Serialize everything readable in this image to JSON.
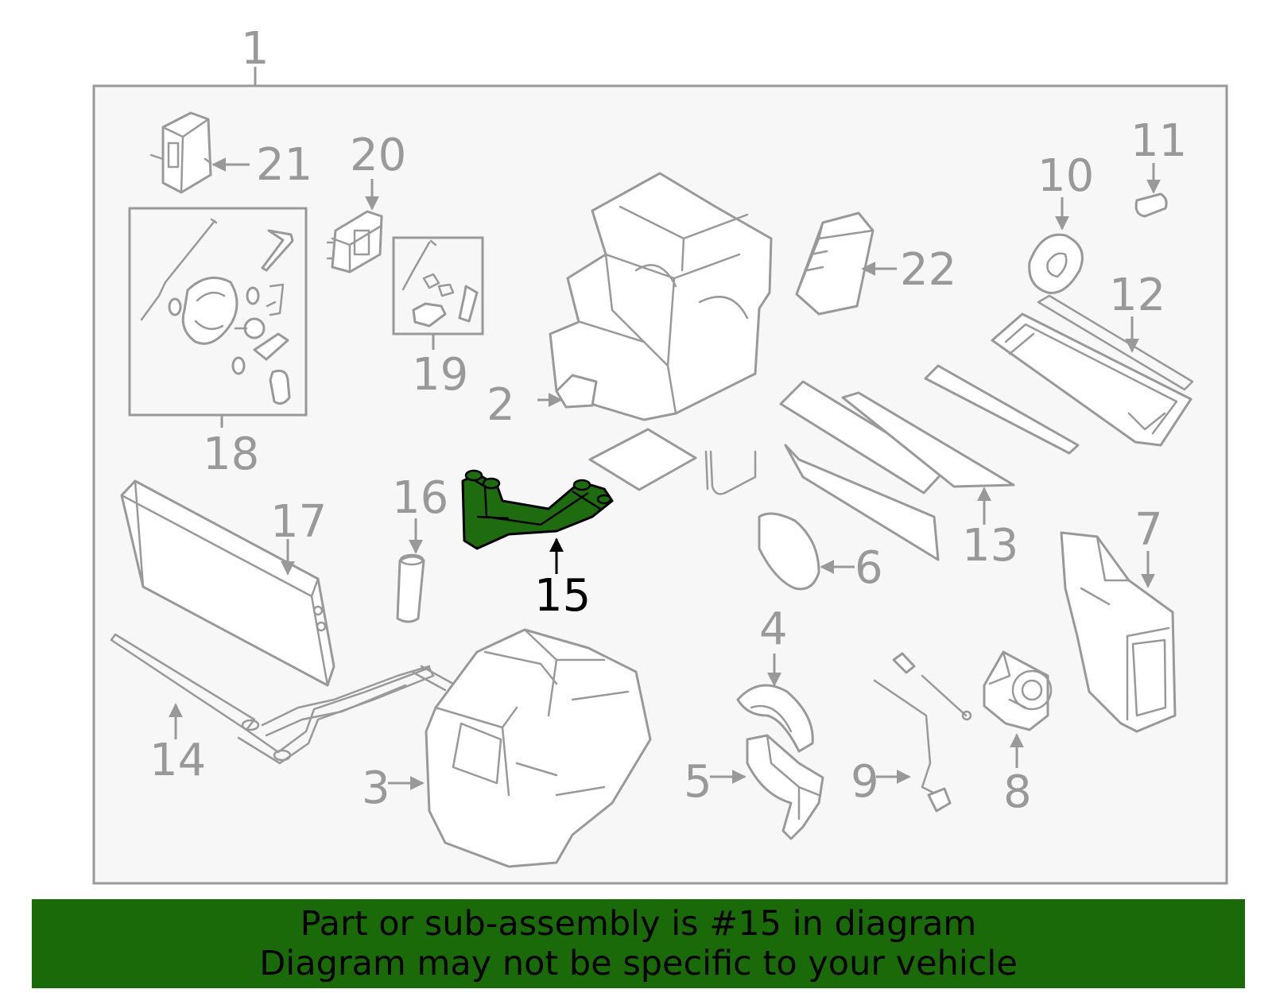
{
  "banner": {
    "line1": "Part or sub-assembly is #15 in diagram",
    "line2": "Diagram may not be specific to your vehicle",
    "background": "#1a6a0a"
  },
  "highlight": {
    "part": "15",
    "color": "#1f6b0f"
  },
  "callouts": {
    "c1": "1",
    "c2": "2",
    "c3": "3",
    "c4": "4",
    "c5": "5",
    "c6": "6",
    "c7": "7",
    "c8": "8",
    "c9": "9",
    "c10": "10",
    "c11": "11",
    "c12": "12",
    "c13": "13",
    "c14": "14",
    "c15": "15",
    "c16": "16",
    "c17": "17",
    "c18": "18",
    "c19": "19",
    "c20": "20",
    "c21": "21",
    "c22": "22"
  },
  "colors": {
    "frame": "#999999",
    "panel": "#f7f7f7",
    "label": "#999999"
  }
}
